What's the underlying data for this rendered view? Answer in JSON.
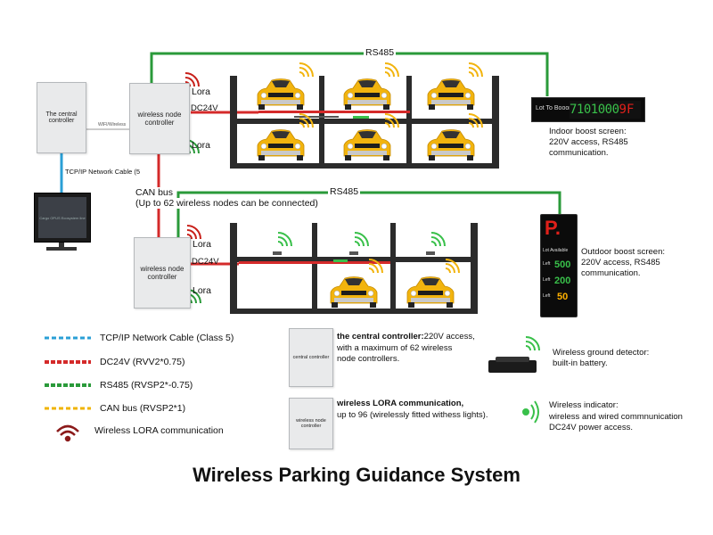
{
  "diagram": {
    "title": "Wireless Parking Guidance System",
    "central_controller": {
      "label": "The central controller"
    },
    "wireless_controller_1": {
      "label": "wireless node controller",
      "lora_top": "Lora",
      "lora_bottom": "Lora",
      "dc_label": "DC24V"
    },
    "wireless_controller_2": {
      "label": "wireless node controller",
      "lora_top": "Lora",
      "lora_bottom": "Lora",
      "dc_label": "DC24V"
    },
    "wireless_link_label": "WIFI/Wireless",
    "tcp_cable_label": "TCP/IP Network Cable (5",
    "monitor_text": "Cargo OPUS Ecosystem line",
    "can_bus": {
      "line1": "CAN bus",
      "line2": "(Up to 62 wireless nodes can be connected)"
    },
    "rs485_top": "RS485",
    "rs485_mid": "RS485",
    "indoor_screen": {
      "display_left": "Lot To Booor",
      "display_right": "7101000",
      "display_suffix": "9F",
      "desc_line1": "Indoor boost screen:",
      "desc_line2": "220V access, RS485",
      "desc_line3": "communication."
    },
    "outdoor_screen": {
      "p_sign": "P.",
      "header": "Lot Available",
      "rows": [
        {
          "label": "Left",
          "value": "500"
        },
        {
          "label": "Left",
          "value": "200"
        },
        {
          "label": "Left",
          "value": "50"
        }
      ],
      "desc_line1": "Outdoor boost screen:",
      "desc_line2": "220V access, RS485",
      "desc_line3": "communication."
    },
    "legend": [
      {
        "label": "TCP/IP Network Cable (Class 5)",
        "color": "#2a9fd6"
      },
      {
        "label": "DC24V (RVV2*0.75)",
        "color": "#d42a2a"
      },
      {
        "label": "RS485 (RVSP2*-0.75)",
        "color": "#2a9a3a"
      },
      {
        "label": "CAN bus (RVSP2*1)",
        "color": "#f0b400"
      },
      {
        "label": "Wireless LORA communication",
        "color": "#8b1a1a"
      }
    ],
    "central_info": {
      "box_label": "central controller",
      "title": "the central controller:",
      "line1": "220V access,",
      "line2": "with a maximum of 62 wireless",
      "line3": "node controllers."
    },
    "lora_info": {
      "box_label": "wireless node controller",
      "title": "wireless LORA communication,",
      "line1": "up to 96 (wirelessly fitted withess lights)."
    },
    "ground_detector": {
      "line1": "Wireless ground detector:",
      "line2": "built-in battery."
    },
    "wireless_indicator": {
      "line1": "Wireless indicator:",
      "line2": "wireless and wired commnunication",
      "line3": "DC24V power access."
    }
  },
  "colors": {
    "rs485": "#2a9a3a",
    "dc24v": "#d42a2a",
    "tcp": "#2a9fd6",
    "can": "#f0b400",
    "car_yellow": "#f2b40e",
    "rack": "#2b2b2b",
    "display_red": "#e0201a",
    "display_green": "#39c04a",
    "display_orange": "#ffb000"
  }
}
